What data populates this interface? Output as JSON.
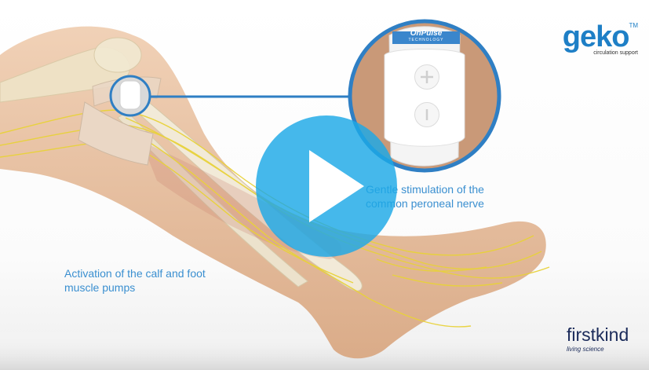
{
  "video": {
    "play_label": "Play video"
  },
  "captions": {
    "stimulation": "Gentle stimulation of the common peroneal nerve",
    "activation": "Activation of the calf and foot muscle pumps"
  },
  "device": {
    "brand": "OnPulse",
    "tech": "TECHNOLOGY"
  },
  "brand": {
    "geko": "geko",
    "geko_tm": "TM",
    "geko_tagline": "circulation support",
    "firstkind": "firstkind",
    "firstkind_tagline": "living science"
  },
  "colors": {
    "accent": "#3a8fd0",
    "play": "#1ca8e6",
    "nerve": "#e8d23a",
    "skin": "#e6bf9e"
  },
  "icons": {
    "play": "play-icon",
    "plus": "plus-icon",
    "minus": "minus-icon"
  }
}
